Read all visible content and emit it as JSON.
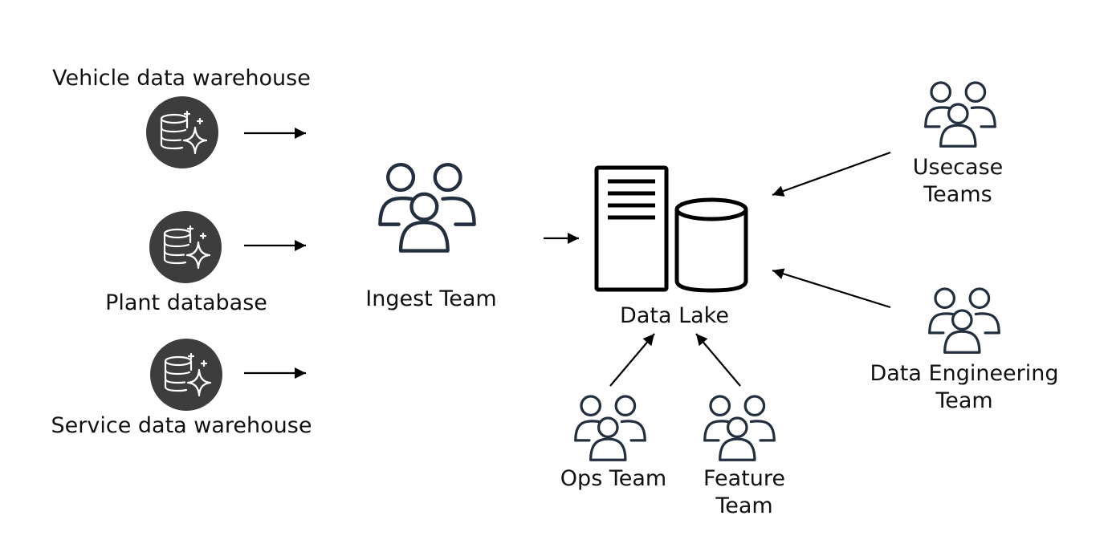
{
  "sources": [
    {
      "label": "Vehicle data warehouse",
      "icon": "database-sparkle-icon"
    },
    {
      "label": "Plant database",
      "icon": "database-sparkle-icon"
    },
    {
      "label": "Service data warehouse",
      "icon": "database-sparkle-icon"
    }
  ],
  "ingest_team": {
    "label": "Ingest Team",
    "icon": "team-icon"
  },
  "data_lake": {
    "label": "Data Lake",
    "icon": "server-database-icon"
  },
  "consumers": {
    "usecase_teams": {
      "label_line1": "Usecase",
      "label_line2": "Teams",
      "icon": "team-icon"
    },
    "data_engineering_team": {
      "label_line1": "Data Engineering",
      "label_line2": "Team",
      "icon": "team-icon"
    },
    "ops_team": {
      "label": "Ops Team",
      "icon": "team-icon"
    },
    "feature_team": {
      "label_line1": "Feature",
      "label_line2": "Team",
      "icon": "team-icon"
    }
  },
  "colors": {
    "icon_circle": "#3d3d3d",
    "team_stroke": "#232f3e",
    "line": "#000000",
    "text": "#111111"
  }
}
